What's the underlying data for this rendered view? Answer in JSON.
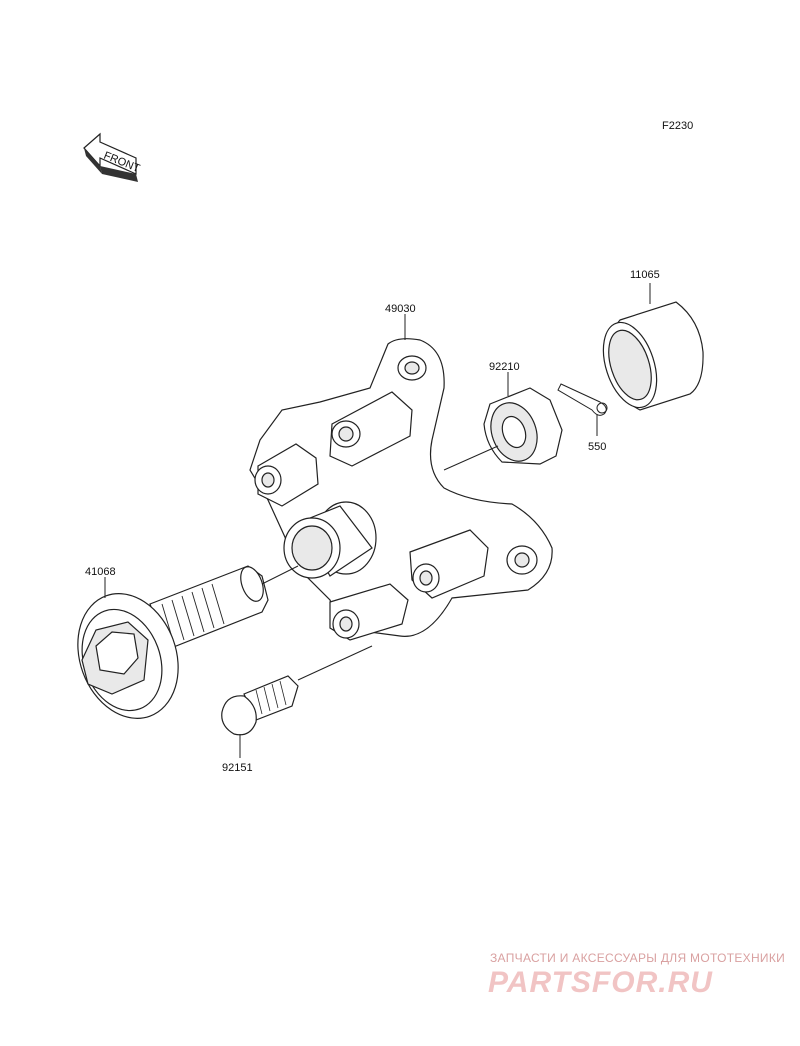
{
  "figure_code": "F2230",
  "front_label": "FRONT",
  "parts": [
    {
      "number": "11065",
      "name": "cap-part"
    },
    {
      "number": "49030",
      "name": "hub-part"
    },
    {
      "number": "92210",
      "name": "castle-nut-part"
    },
    {
      "number": "550",
      "name": "cotter-pin-part"
    },
    {
      "number": "41068",
      "name": "axle-part"
    },
    {
      "number": "92151",
      "name": "stud-part"
    }
  ],
  "watermark": {
    "subtitle": "ЗАПЧАСТИ И АКСЕССУАРЫ ДЛЯ МОТОТЕХНИКИ",
    "brand": "PARTSFOR.RU"
  }
}
